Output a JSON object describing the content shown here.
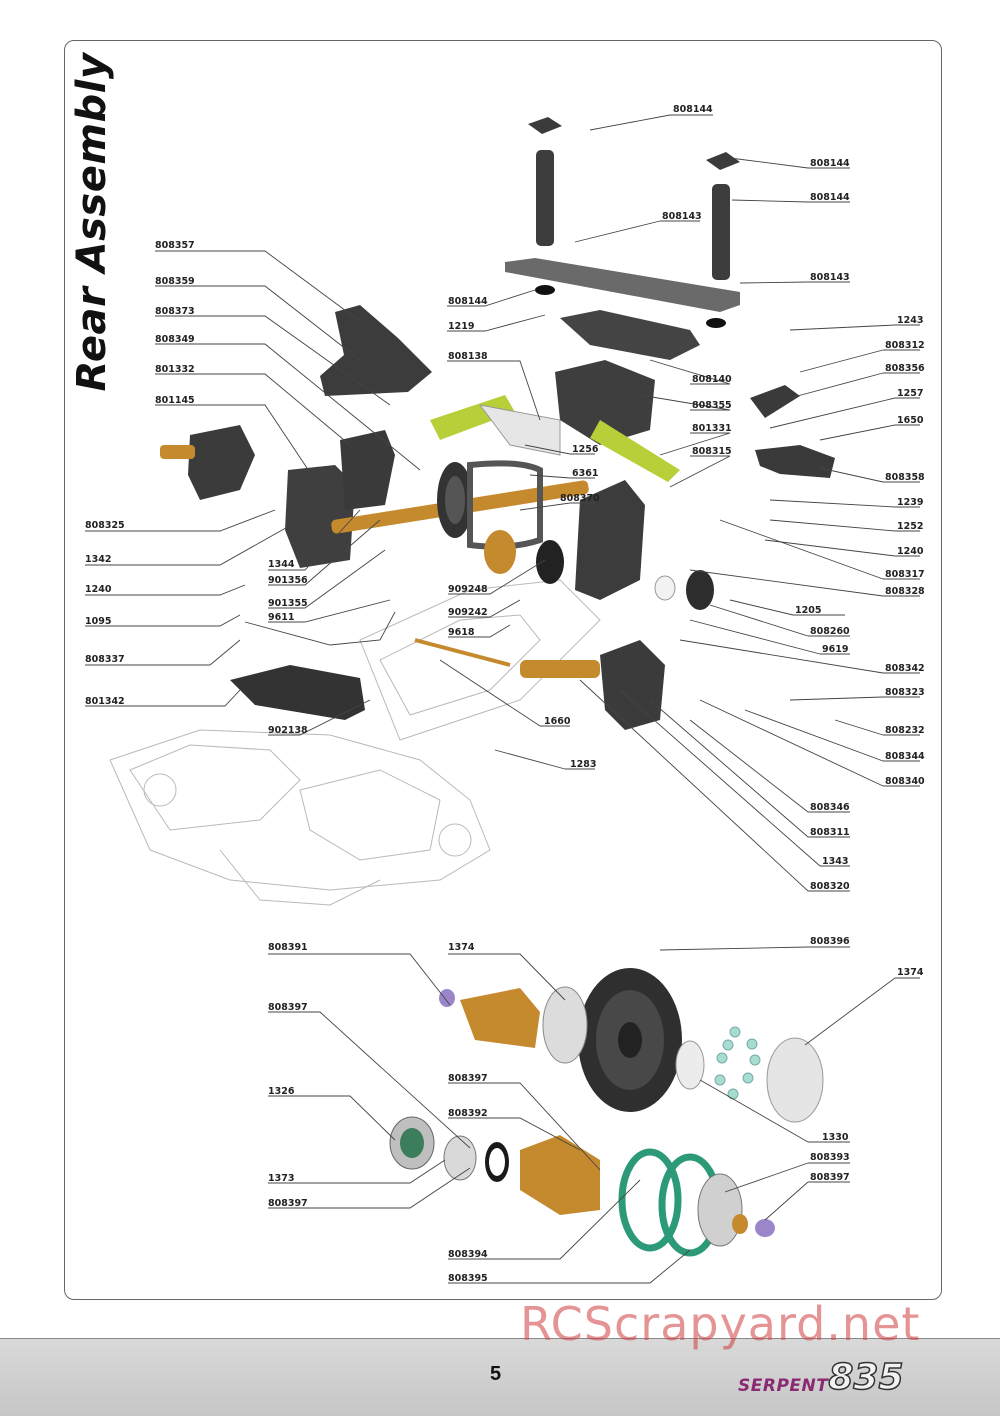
{
  "page": {
    "title": "Rear Assembly",
    "number": "5",
    "watermark": "RCScrapyard.net",
    "brand_name": "SERPENT",
    "brand_model": "835"
  },
  "labels": [
    "808144",
    "808144",
    "808144",
    "808143",
    "808143",
    "808357",
    "808359",
    "808373",
    "808349",
    "801332",
    "801145",
    "808144",
    "1219",
    "808138",
    "1243",
    "808312",
    "808356",
    "1257",
    "1650",
    "808140",
    "808355",
    "801331",
    "808315",
    "1256",
    "6361",
    "808370",
    "808358",
    "1239",
    "1252",
    "1240",
    "808325",
    "1342",
    "1344",
    "901356",
    "1240",
    "901355",
    "1095",
    "9611",
    "808337",
    "801342",
    "909248",
    "909242",
    "9618",
    "808317",
    "808328",
    "1205",
    "808260",
    "9619",
    "808342",
    "808323",
    "808232",
    "808344",
    "808340",
    "902138",
    "1660",
    "1283",
    "808346",
    "808311",
    "1343",
    "808320",
    "808391",
    "1374",
    "808396",
    "1374",
    "808397",
    "1326",
    "808397",
    "808392",
    "1330",
    "1373",
    "808397",
    "808393",
    "808397",
    "808394",
    "808395"
  ]
}
